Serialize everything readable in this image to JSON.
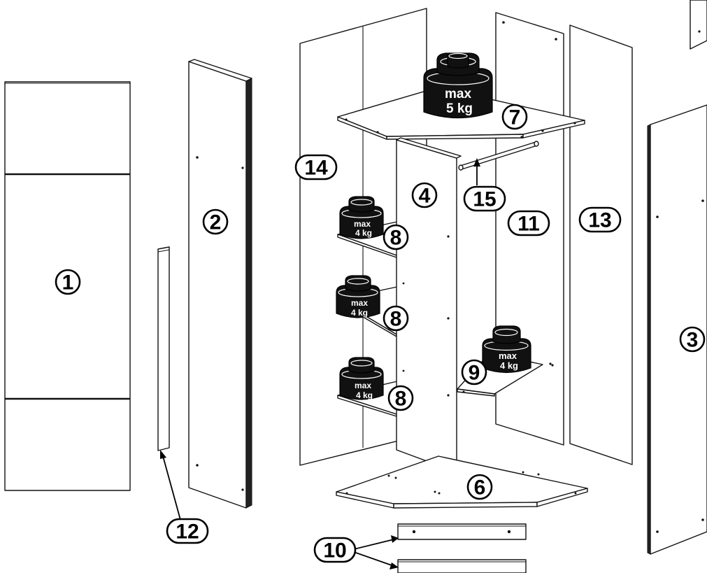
{
  "callouts": {
    "p1": "1",
    "p2": "2",
    "p3": "3",
    "p4": "4",
    "p6": "6",
    "p7": "7",
    "p8": "8",
    "p9": "9",
    "p10": "10",
    "p11": "11",
    "p12": "12",
    "p13": "13",
    "p14": "14",
    "p15": "15"
  },
  "weights": {
    "top_line1": "max",
    "top_line2": "5 kg",
    "shelf_line1": "max",
    "shelf_line2": "4 kg"
  }
}
